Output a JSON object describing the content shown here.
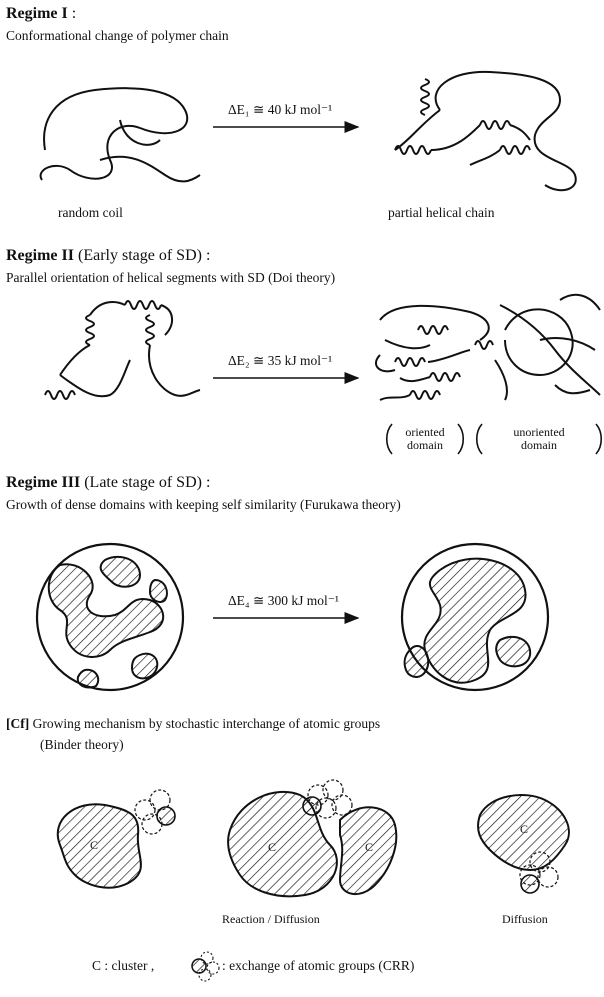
{
  "regime1": {
    "title_bold": "Regime I",
    "title_rest": " :",
    "subtitle": "Conformational change of polymer chain",
    "energy": "ΔE₁ ≅ 40 kJ mol⁻¹",
    "left_label": "random coil",
    "right_label": "partial helical chain"
  },
  "regime2": {
    "title_bold": "Regime II",
    "title_rest": " (Early stage of SD) :",
    "subtitle": "Parallel orientation of helical segments with SD (Doi theory)",
    "energy": "ΔE₂ ≅ 35 kJ mol⁻¹",
    "oriented_line1": "oriented",
    "oriented_line2": "domain",
    "unoriented_line1": "unoriented",
    "unoriented_line2": "domain"
  },
  "regime3": {
    "title_bold": "Regime III",
    "title_rest": " (Late stage of SD) :",
    "subtitle": "Growth of dense domains with keeping self similarity (Furukawa theory)",
    "energy": "ΔE₄ ≅ 300 kJ mol⁻¹"
  },
  "cf": {
    "title_bold": "[Cf]",
    "title_rest": " Growing mechanism by stochastic interchange of atomic groups",
    "title_line2": "(Binder theory)",
    "cluster_letter": "C",
    "left_caption": "Reaction / Diffusion",
    "right_caption": "Diffusion",
    "legend_cluster": "C : cluster ,",
    "legend_exchange": ": exchange of atomic groups (CRR)"
  }
}
